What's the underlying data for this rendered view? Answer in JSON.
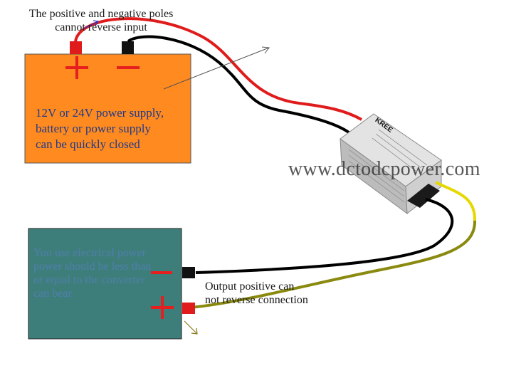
{
  "notes": {
    "top": "The positive and negative poles\ncannot reverse input",
    "supply": "12V or 24V power supply,\nbattery or power supply\ncan be quickly closed",
    "load": "You use electrical power\npower should be less than\n or equal to the converter\n can bear",
    "output": "Output positive can\n not reverse connection"
  },
  "watermark": "www.dctodcpower.com",
  "converter": {
    "brand": "KREE"
  },
  "colors": {
    "supply_box": "#ff8a1f",
    "load_box": "#3e7e7a",
    "positive_wire": "#e01b1b",
    "negative_wire": "#000000",
    "output_positive_wire": "#8a8a10",
    "pole_symbol": "#e61e1e"
  },
  "icons": [
    "plus-icon",
    "minus-icon",
    "arrow-icon"
  ]
}
